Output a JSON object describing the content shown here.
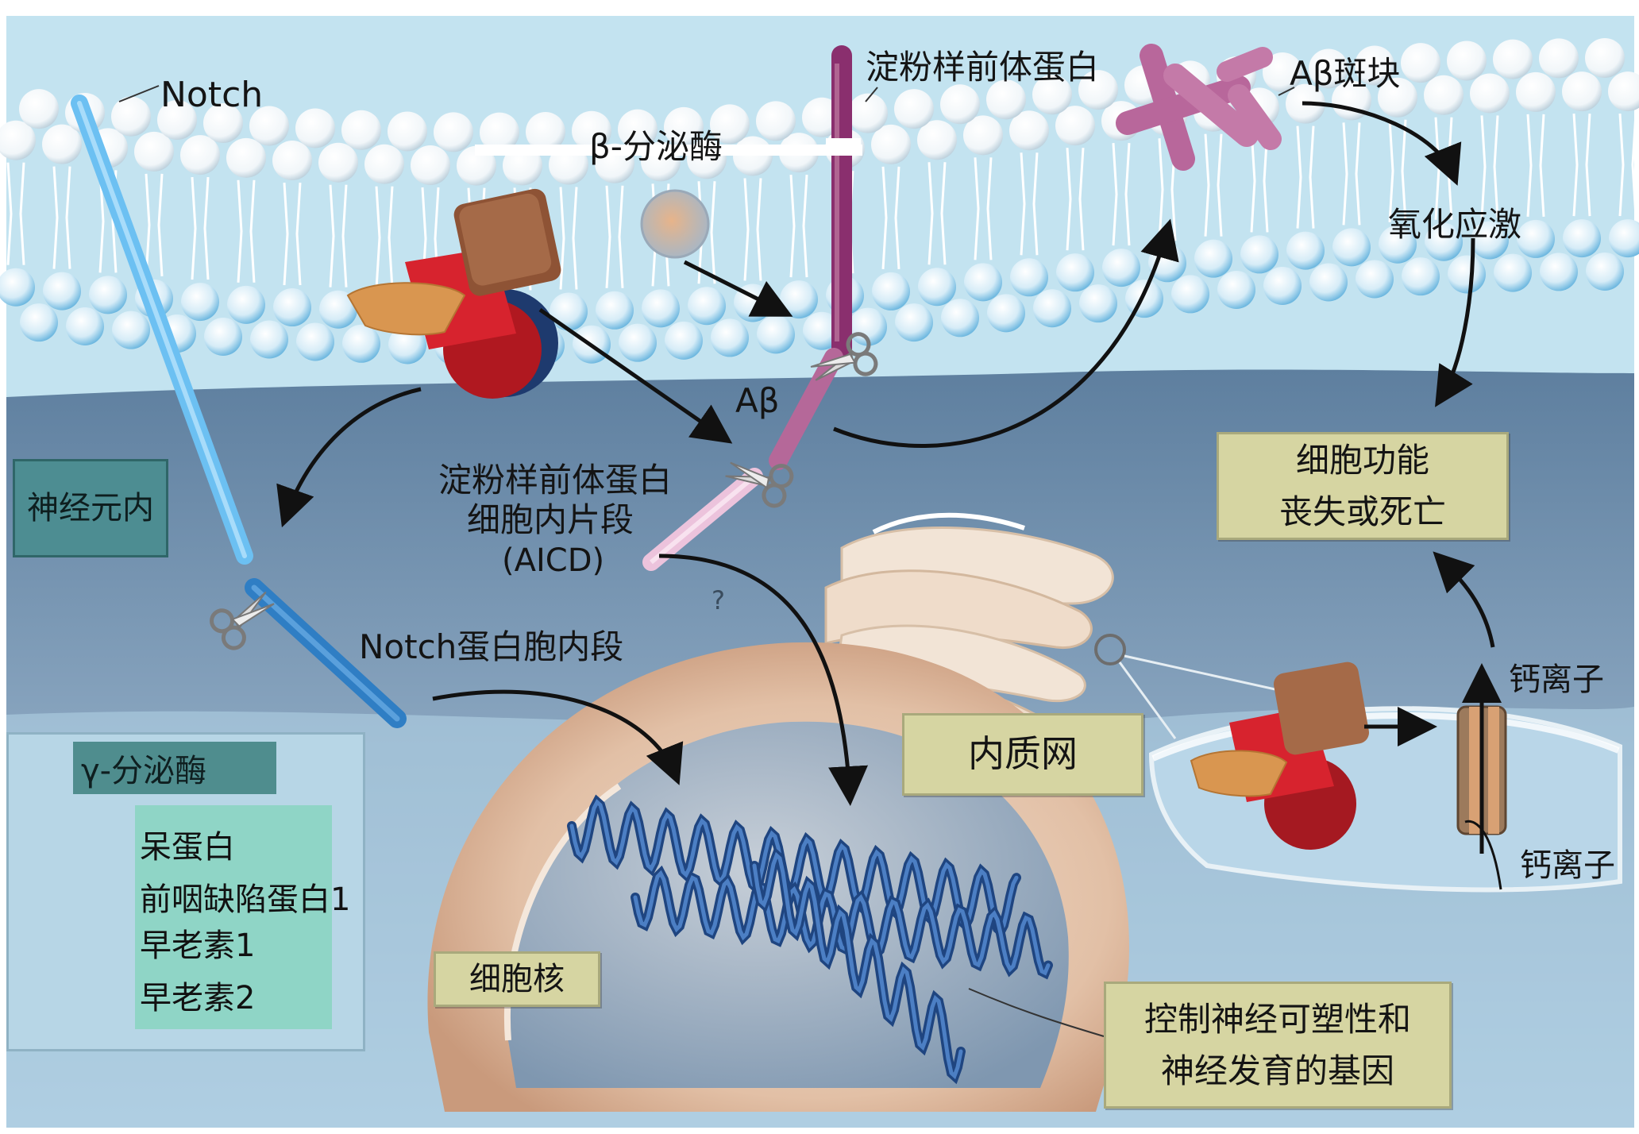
{
  "labels": {
    "notch": "Notch",
    "app_top": "淀粉样前体蛋白",
    "beta_secretase": "β-分泌酶",
    "abeta_plaque": "Aβ斑块",
    "oxidative_stress": "氧化应激",
    "abeta": "Aβ",
    "aicd_line1": "淀粉样前体蛋白",
    "aicd_line2": "细胞内片段",
    "aicd_line3": "(AICD)",
    "question": "?",
    "nicd": "Notch蛋白胞内段",
    "calcium_top": "钙离子",
    "calcium_bottom": "钙离子"
  },
  "boxes": {
    "neuron_inside": "神经元内",
    "cell_loss_line1": "细胞功能",
    "cell_loss_line2": "丧失或死亡",
    "er": "内质网",
    "nucleus": "细胞核",
    "genes_line1": "控制神经可塑性和",
    "genes_line2": "神经发育的基因"
  },
  "legend": {
    "title": "γ-分泌酶",
    "items": [
      "呆蛋白",
      "前咽缺陷蛋白1",
      "早老素1",
      "早老素2"
    ]
  },
  "colors": {
    "background": "#c3e3f0",
    "cytoplasm": "#7e9cb8",
    "membrane_head": "#ffffff",
    "notch": "#55a9e6",
    "app": "#8a3a72",
    "abeta": "#c77aa8",
    "label_box": "#d6d5a2",
    "nicastrin": "#9b5a3b",
    "presenilin1": "#d6232d",
    "presenilin2": "#a01822",
    "aph1": "#e0a060",
    "nucleus": "#e6c9b2",
    "dna": "#2e5b9c"
  }
}
